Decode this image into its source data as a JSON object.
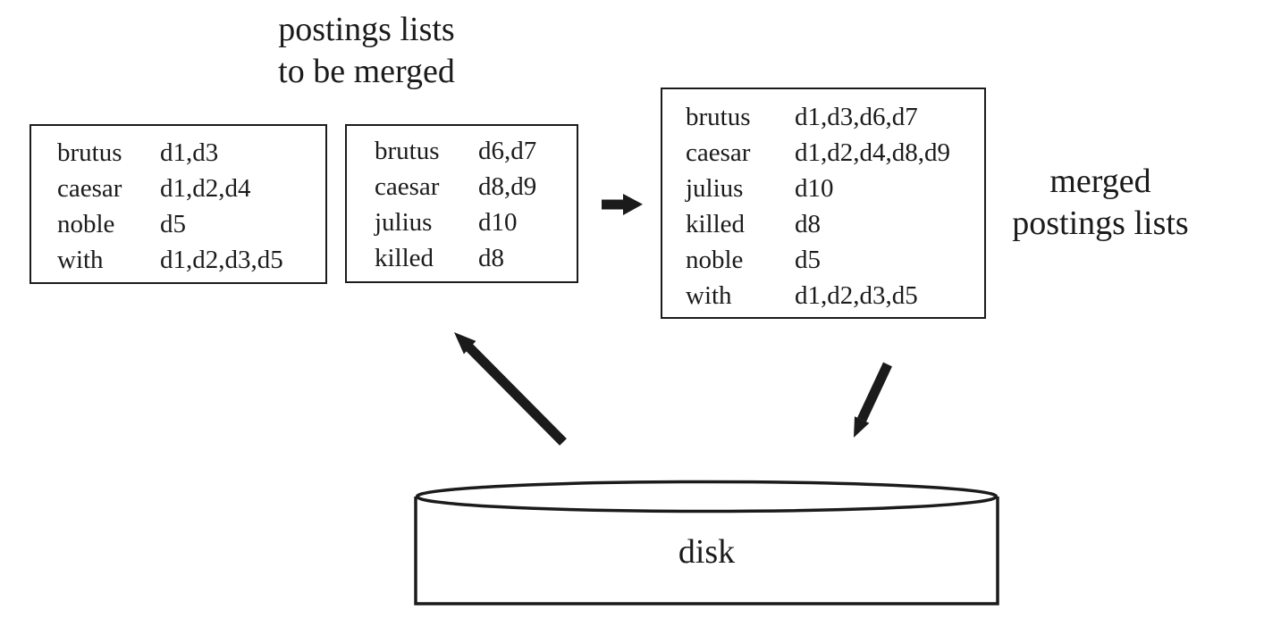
{
  "colors": {
    "ink": "#1b1b1b",
    "background": "#ffffff"
  },
  "labels": {
    "source_title": [
      "postings lists",
      "to be merged"
    ],
    "merged_title": [
      "merged",
      "postings lists"
    ],
    "disk": "disk"
  },
  "blocks": {
    "block1": {
      "rows": [
        {
          "term": "brutus",
          "postings": "d1,d3"
        },
        {
          "term": "caesar",
          "postings": "d1,d2,d4"
        },
        {
          "term": "noble",
          "postings": "d5"
        },
        {
          "term": "with",
          "postings": "d1,d2,d3,d5"
        }
      ]
    },
    "block2": {
      "rows": [
        {
          "term": "brutus",
          "postings": "d6,d7"
        },
        {
          "term": "caesar",
          "postings": "d8,d9"
        },
        {
          "term": "julius",
          "postings": "d10"
        },
        {
          "term": "killed",
          "postings": "d8"
        }
      ]
    },
    "merged": {
      "rows": [
        {
          "term": "brutus",
          "postings": "d1,d3,d6,d7"
        },
        {
          "term": "caesar",
          "postings": "d1,d2,d4,d8,d9"
        },
        {
          "term": "julius",
          "postings": "d10"
        },
        {
          "term": "killed",
          "postings": "d8"
        },
        {
          "term": "noble",
          "postings": "d5"
        },
        {
          "term": "with",
          "postings": "d1,d2,d3,d5"
        }
      ]
    }
  },
  "icons": {
    "merge_arrow": "right-arrow",
    "read_arrow": "up-left-arrow",
    "write_arrow": "down-arrow",
    "disk_shape": "cylinder"
  }
}
